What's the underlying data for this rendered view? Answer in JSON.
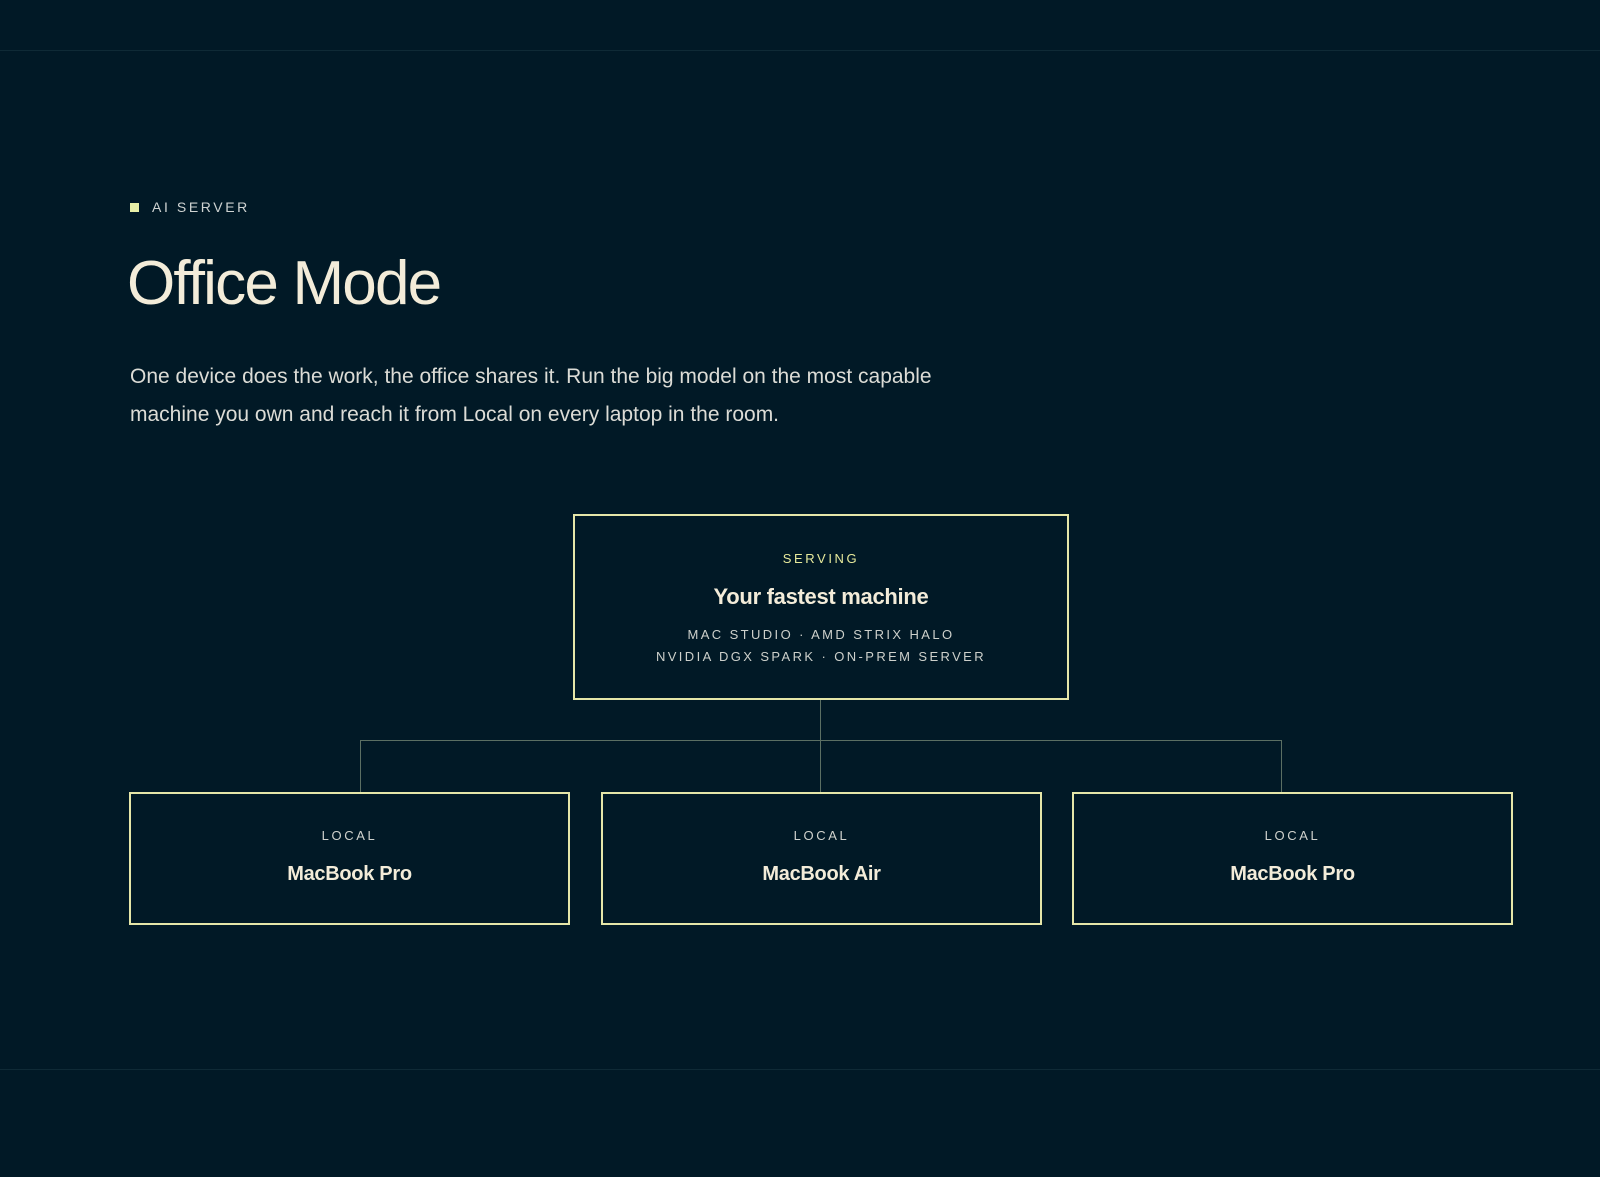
{
  "section": {
    "eyebrow": "AI SERVER",
    "title": "Office Mode",
    "description": "One device does the work, the office shares it. Run the big model on the most capable machine you own and reach it from Local on every laptop in the room."
  },
  "diagram": {
    "server": {
      "tag": "SERVING",
      "name": "Your fastest machine",
      "specs": [
        "MAC STUDIO · AMD STRIX HALO",
        "NVIDIA DGX SPARK · ON-PREM SERVER"
      ]
    },
    "clients": [
      {
        "tag": "LOCAL",
        "name": "MacBook Pro"
      },
      {
        "tag": "LOCAL",
        "name": "MacBook Air"
      },
      {
        "tag": "LOCAL",
        "name": "MacBook Pro"
      }
    ]
  },
  "colors": {
    "background": "#011926",
    "accent": "#e5e6a8",
    "text": "#f3ecd9",
    "connector": "#5b6f63"
  }
}
